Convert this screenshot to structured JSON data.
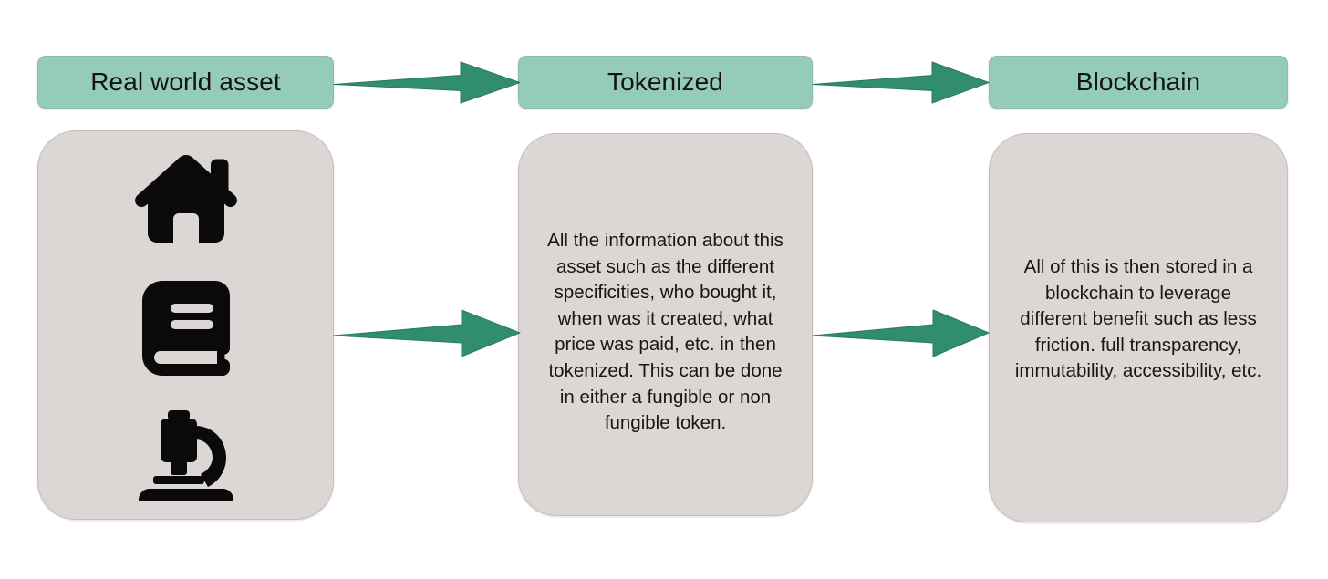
{
  "diagram": {
    "title": "Real world asset tokenization flow",
    "palette": {
      "header_fill": "#95cbba",
      "header_stroke": "#8cbcad",
      "panel_fill": "#dcd6d4",
      "panel_stroke": "#c3bdbb",
      "arrow_fill": "#318d6f",
      "arrow_stroke": "#2a7a60",
      "text": "#161616",
      "background": "#ffffff"
    },
    "columns": [
      {
        "id": "real-world-asset",
        "header": "Real world asset",
        "body_kind": "icons",
        "body_text": "",
        "icons": [
          {
            "name": "house-icon",
            "label": "Real estate"
          },
          {
            "name": "book-icon",
            "label": "Book / intellectual property"
          },
          {
            "name": "microscope-icon",
            "label": "Science / research equipment"
          }
        ]
      },
      {
        "id": "tokenized",
        "header": "Tokenized",
        "body_kind": "text",
        "body_text": "All the information about this asset such as the different specificities, who bought it, when was it created, what price was paid, etc. in then tokenized. This can be done in either a fungible or non fungible token.",
        "icons": []
      },
      {
        "id": "blockchain",
        "header": "Blockchain",
        "body_kind": "text",
        "body_text": "All of this is then stored in a blockchain to leverage different benefit such as less friction. full transparency, immutability, accessibility, etc.",
        "icons": []
      }
    ],
    "arrows": [
      {
        "id": "arrow-header-1",
        "name": "arrow-real-world-asset-to-tokenized-header",
        "direction": "right"
      },
      {
        "id": "arrow-header-2",
        "name": "arrow-tokenized-to-blockchain-header",
        "direction": "right"
      },
      {
        "id": "arrow-body-1",
        "name": "arrow-real-world-asset-to-tokenized-body",
        "direction": "right"
      },
      {
        "id": "arrow-body-2",
        "name": "arrow-tokenized-to-blockchain-body",
        "direction": "right"
      }
    ]
  }
}
